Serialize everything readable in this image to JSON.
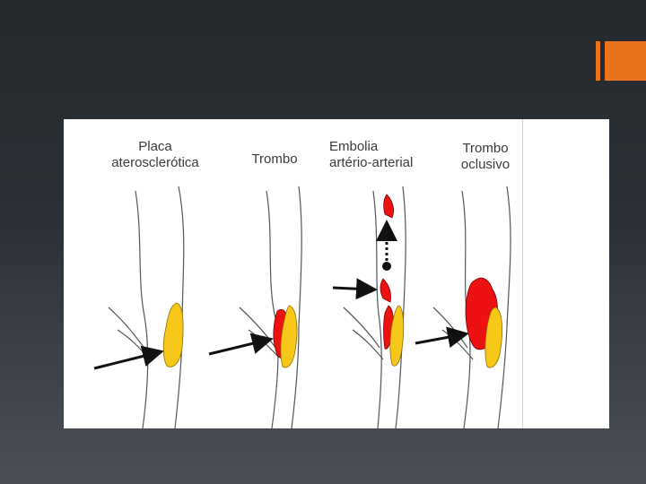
{
  "slide": {
    "accent_color": "#e8731d",
    "background_color": "#2b3136"
  },
  "figure": {
    "stages": [
      {
        "line1": "Placa",
        "line2": "aterosclerótica"
      },
      {
        "line1": "Trombo",
        "line2": ""
      },
      {
        "line1": "Embolia",
        "line2": "artério-arterial"
      },
      {
        "line1": "Trombo",
        "line2": "oclusivo"
      }
    ],
    "colors": {
      "plaque": "#f7c81a",
      "thrombus": "#ee1111",
      "vessel_wall": "#555555",
      "arrow": "#111111"
    }
  }
}
